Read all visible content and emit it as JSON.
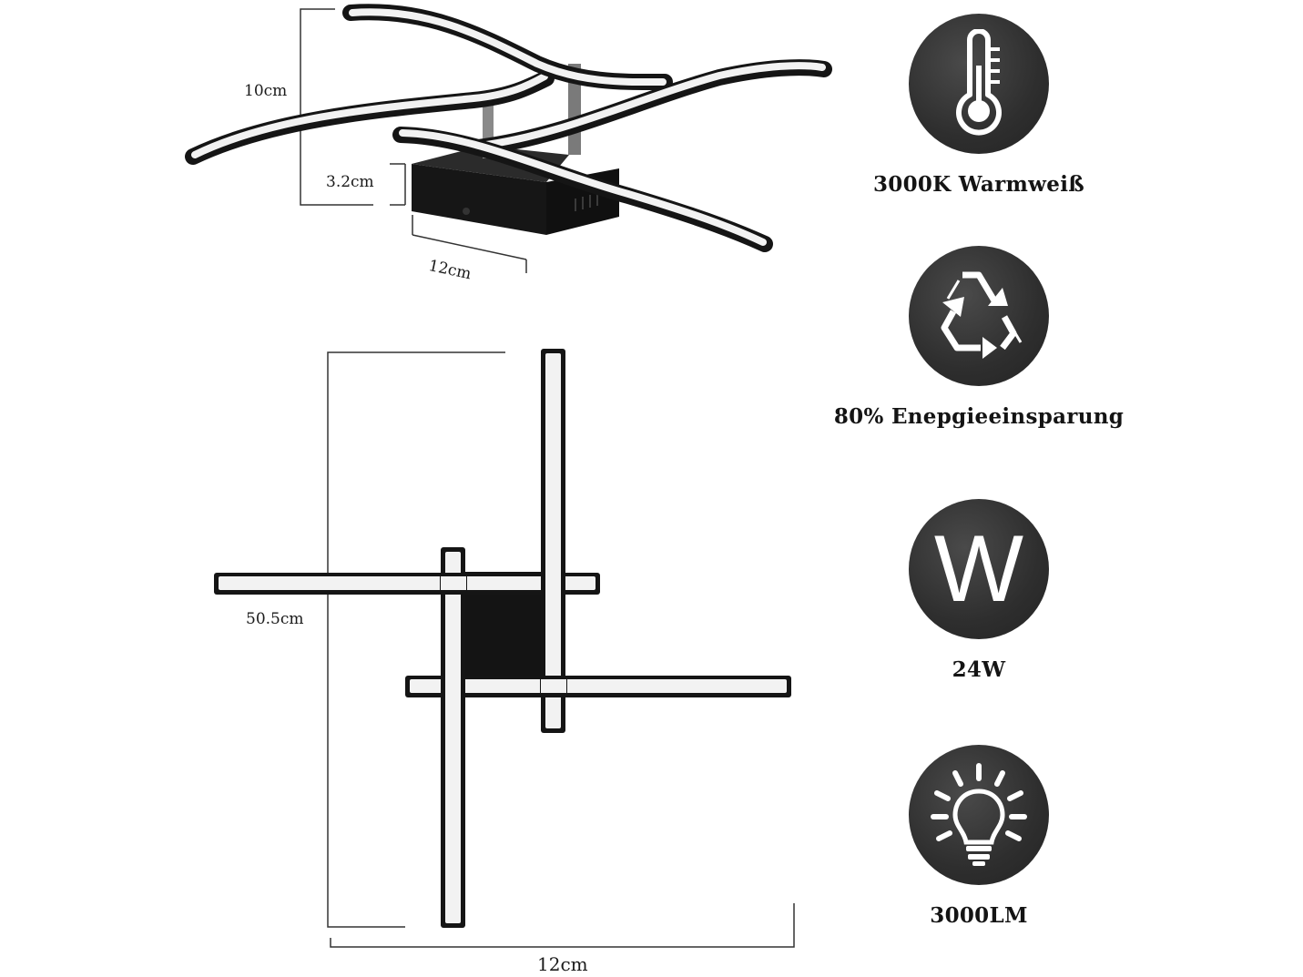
{
  "dimensions": {
    "side_height_total": "10cm",
    "side_base_height": "3.2cm",
    "side_base_width": "12cm",
    "front_height": "50.5cm",
    "front_width": "12cm"
  },
  "features": [
    {
      "icon": "thermometer-icon",
      "label": "3000K Warmweiß"
    },
    {
      "icon": "recycle-icon",
      "label": "80% Enepgieeinsparung"
    },
    {
      "icon": "watt-icon",
      "label": "24W",
      "glyph": "W"
    },
    {
      "icon": "light-bulb-icon",
      "label": "3000LM"
    }
  ],
  "colors": {
    "badge": "#2e2e2e",
    "lamp_frame": "#1c1c1c",
    "lamp_light": "#f4f4f4"
  }
}
